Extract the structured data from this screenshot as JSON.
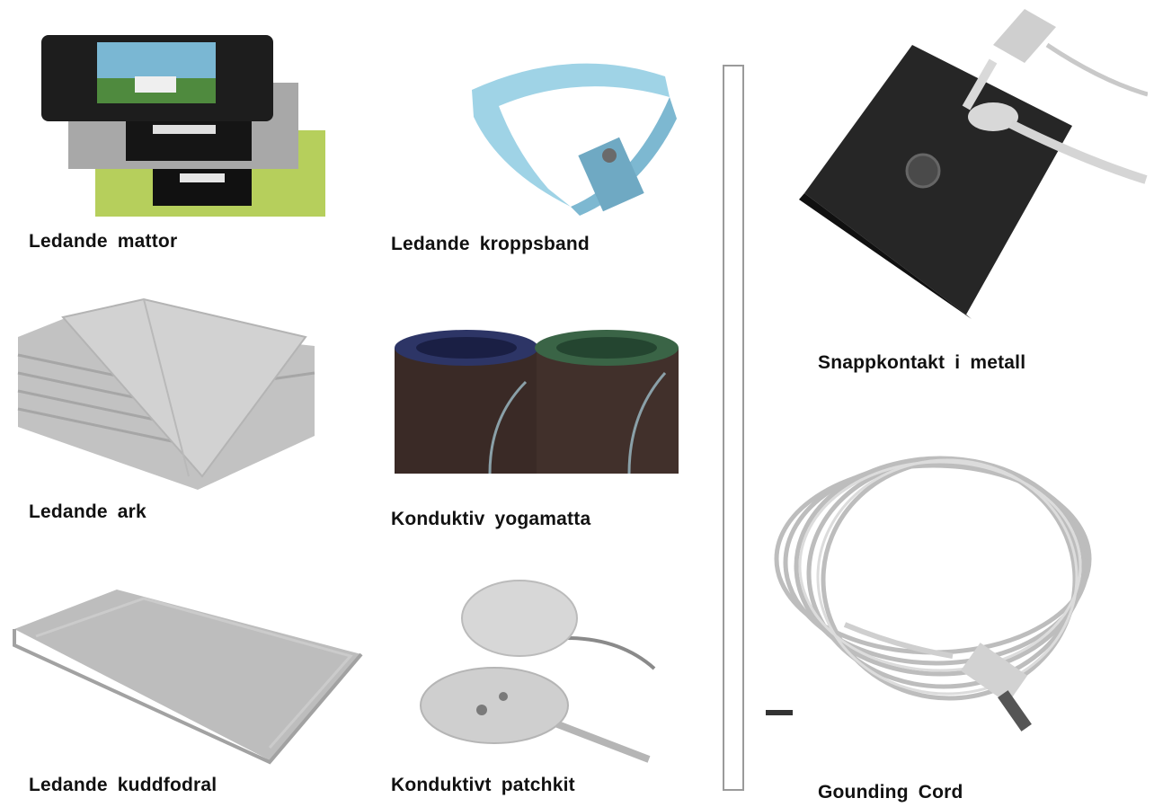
{
  "products": [
    {
      "id": "mats",
      "label": "Ledande mattor",
      "icon": "conductive-mats-image"
    },
    {
      "id": "body-band",
      "label": "Ledande kroppsband",
      "icon": "wrist-band-image"
    },
    {
      "id": "sheet",
      "label": "Ledande ark",
      "icon": "folded-sheet-image"
    },
    {
      "id": "yoga-mat",
      "label": "Konduktiv yogamatta",
      "icon": "rolled-yoga-mat-image"
    },
    {
      "id": "pillow-case",
      "label": "Ledande kuddfodral",
      "icon": "pillow-case-image"
    },
    {
      "id": "patch-kit",
      "label": "Konduktivt patchkit",
      "icon": "patch-kit-image"
    },
    {
      "id": "snap",
      "label": "Snappkontakt i metall",
      "icon": "metal-snap-connector-image"
    },
    {
      "id": "cord",
      "label": "Gounding Cord",
      "icon": "grounding-cord-image"
    }
  ],
  "colors": {
    "dark": "#1d1d1d",
    "mat_green": "#b6cf5c",
    "mat_gray": "#a8a8a8",
    "band_blue": "#8ec9e0",
    "fabric_gray": "#c8c8c8"
  }
}
